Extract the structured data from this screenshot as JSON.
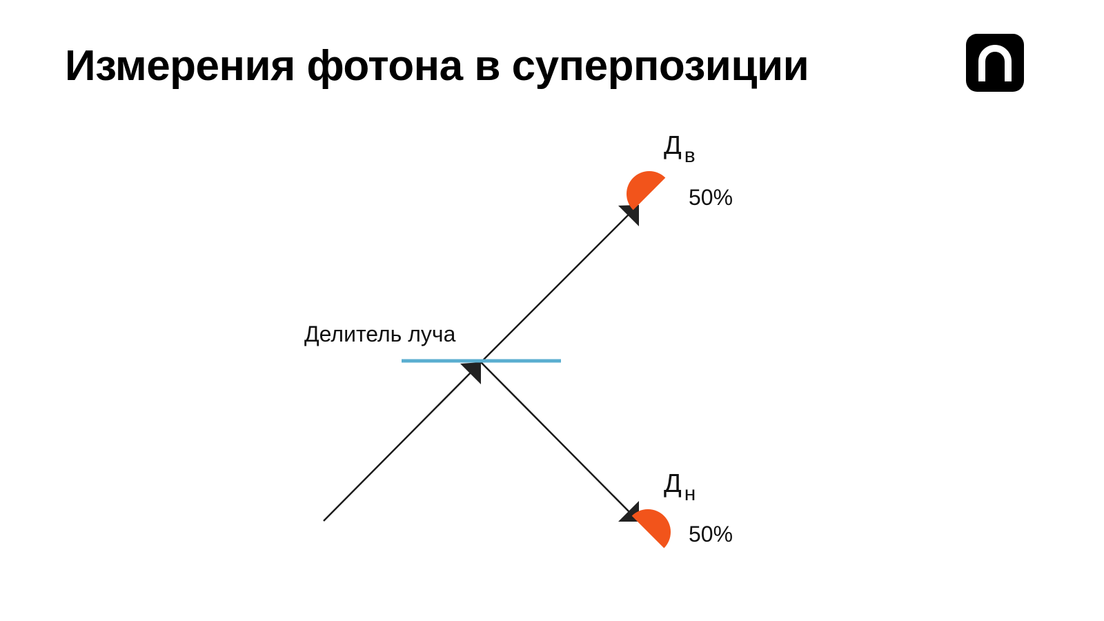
{
  "slide": {
    "title": "Измерения фотона в суперпозиции",
    "logo": "brand-logo-arch-icon"
  },
  "diagram": {
    "beam_splitter": {
      "label": "Делитель луча",
      "color": "#5aaed0"
    },
    "detectors": [
      {
        "id": "upper",
        "label_main": "Д",
        "label_sub": "в",
        "probability": "50%",
        "color": "#f2541b"
      },
      {
        "id": "lower",
        "label_main": "Д",
        "label_sub": "н",
        "probability": "50%",
        "color": "#f2541b"
      }
    ],
    "beam_color": "#1a1a1a"
  }
}
